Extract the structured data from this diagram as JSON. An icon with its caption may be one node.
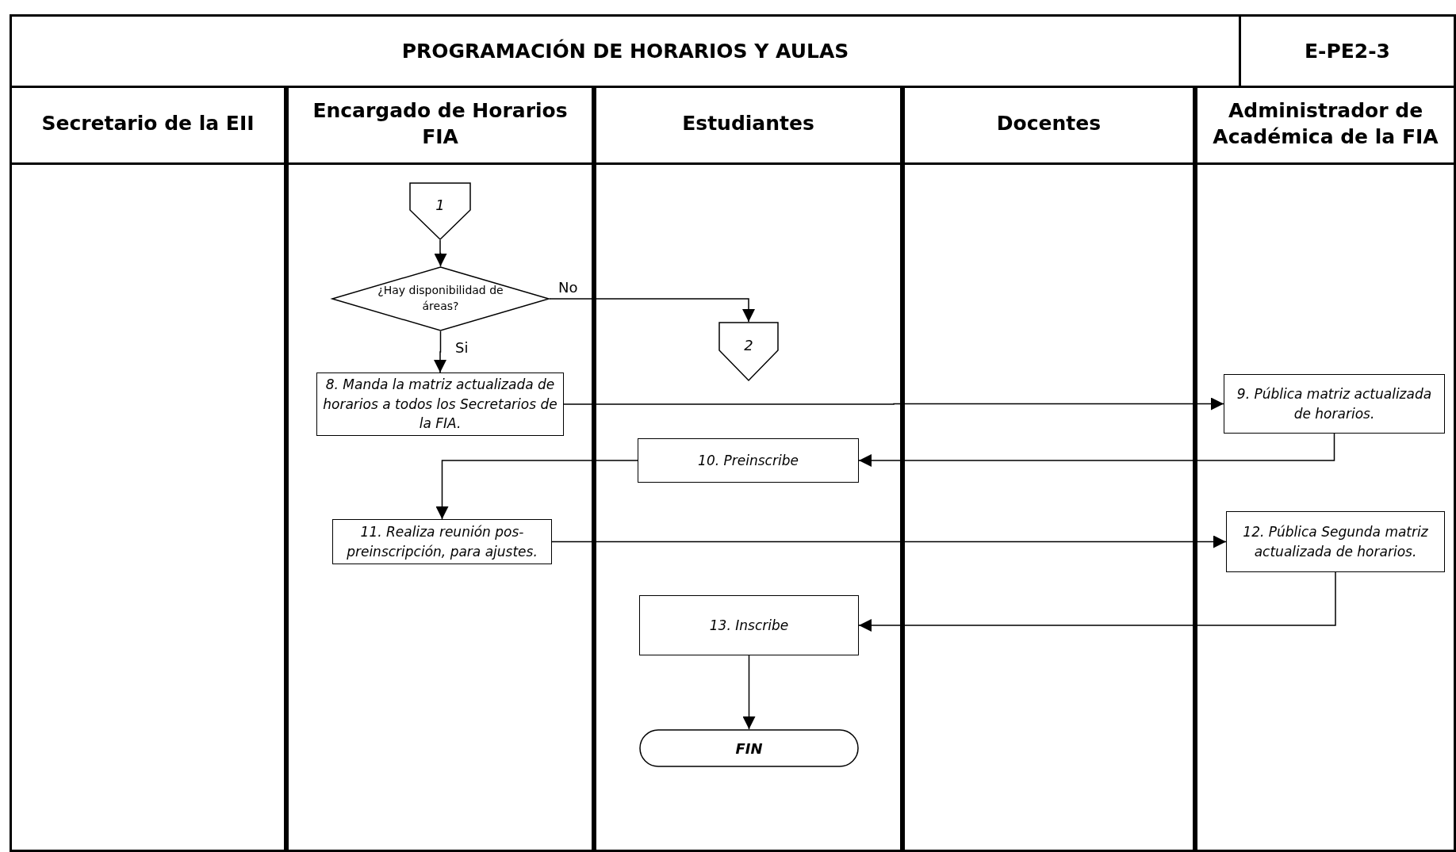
{
  "diagram": {
    "title": "PROGRAMACIÓN DE HORARIOS Y AULAS",
    "nodes": [
      {
        "text": [
          "Secretario de la EII"
        ]
      },
      {
        "text": [
          "Encargado de Horarios FIA"
        ]
      },
      {
        "text": [
          "Estudiantes"
        ]
      },
      {
        "text": [
          "Docentes"
        ]
      },
      {
        "text": [
          "Administrador de Académica de la FIA"
        ]
      },
      {
        "text": [
          "1"
        ],
        "in": 1
      },
      {
        "text": [
          "¿Hay disponibilidad de áreas?"
        ],
        "in": 1
      },
      {
        "text": [
          "2"
        ],
        "in": 2
      },
      {
        "text": [
          "8. Manda la matriz actualizada de horarios a todos los Secretarios de la FIA."
        ],
        "in": 1
      },
      {
        "text": [
          "9. Pública matriz actualizada de horarios."
        ],
        "in": 4
      },
      {
        "text": [
          "10. Preinscribe"
        ],
        "in": 2
      },
      {
        "text": [
          "11. Realiza reunión pos-preinscripción, para ajustes."
        ],
        "in": 1
      },
      {
        "text": [
          "12. Pública Segunda matriz actualizada de horarios."
        ],
        "in": 4
      },
      {
        "text": [
          "13. Inscribe"
        ],
        "in": 2
      },
      {
        "text": [
          "FIN"
        ],
        "in": 2
      }
    ],
    "edges": [
      {
        "from": 5,
        "to": 6,
        "arrow": "to"
      },
      {
        "from": 6,
        "to": 7,
        "arrow": "to",
        "label": "No"
      },
      {
        "from": 6,
        "to": 8,
        "arrow": "to",
        "label": "Si"
      },
      {
        "from": 8,
        "to": 9,
        "arrow": "to"
      },
      {
        "from": 9,
        "to": 10,
        "arrow": "to"
      },
      {
        "from": 10,
        "to": 11,
        "arrow": "to"
      },
      {
        "from": 11,
        "to": 12,
        "arrow": "to"
      },
      {
        "from": 12,
        "to": 13,
        "arrow": "to"
      },
      {
        "from": 13,
        "to": 14,
        "arrow": "to"
      }
    ],
    "labels": [
      "E-PE2-3"
    ]
  }
}
